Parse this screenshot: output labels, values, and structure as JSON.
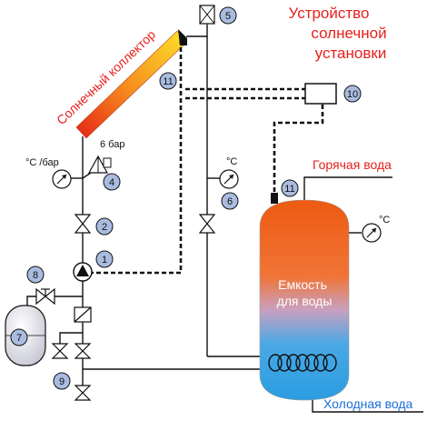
{
  "title": {
    "line1": "Устройство",
    "line2": "солнечной",
    "line3": "установки"
  },
  "labels": {
    "collector": "Солнечный коллектор",
    "hot_water": "Горячая вода",
    "cold_water": "Холодная вода",
    "tank_line1": "Емкость",
    "tank_line2": "для воды",
    "pressure_6bar": "6 бар",
    "gauge_temp_pressure": "°C /бар",
    "gauge_temp": "°C",
    "gauge_tank_temp": "°C"
  },
  "badges": {
    "b1": "1",
    "b2": "2",
    "b4": "4",
    "b5": "5",
    "b6": "6",
    "b7": "7",
    "b8": "8",
    "b9": "9",
    "b10": "10",
    "b11a": "11",
    "b11b": "11"
  },
  "colors": {
    "accent_red": "#e8201c",
    "accent_blue": "#1a6fd8",
    "tank_hot": "#ef5a14",
    "tank_cold": "#2e9ee0",
    "badge_fill": "#a9bce0"
  }
}
